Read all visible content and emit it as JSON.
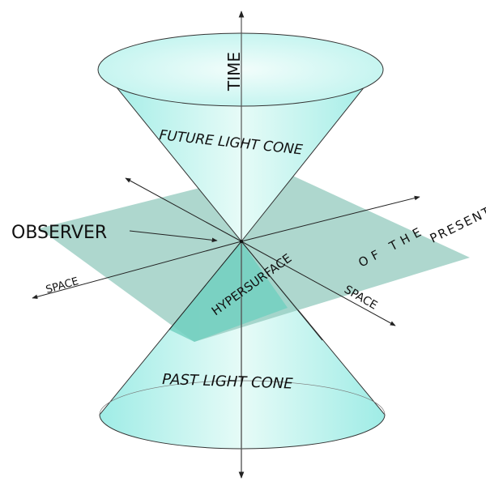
{
  "diagram": {
    "title": "Light cone",
    "labels": {
      "time": "TIME",
      "future_cone": "FUTURE LIGHT CONE",
      "past_cone": "PAST LIGHT CONE",
      "observer": "OBSERVER",
      "space_left": "SPACE",
      "space_right": "SPACE",
      "hypersurface": "HYPERSURFACE",
      "of_the": "OF THE",
      "present": "PRESENT"
    },
    "colors": {
      "cone_fill": "#b8f2ee",
      "cone_fill_light": "#e8fbf8",
      "plane_fill": "#93c9bd",
      "plane_in_cone": "#6fcfbf",
      "line": "#222222"
    }
  }
}
